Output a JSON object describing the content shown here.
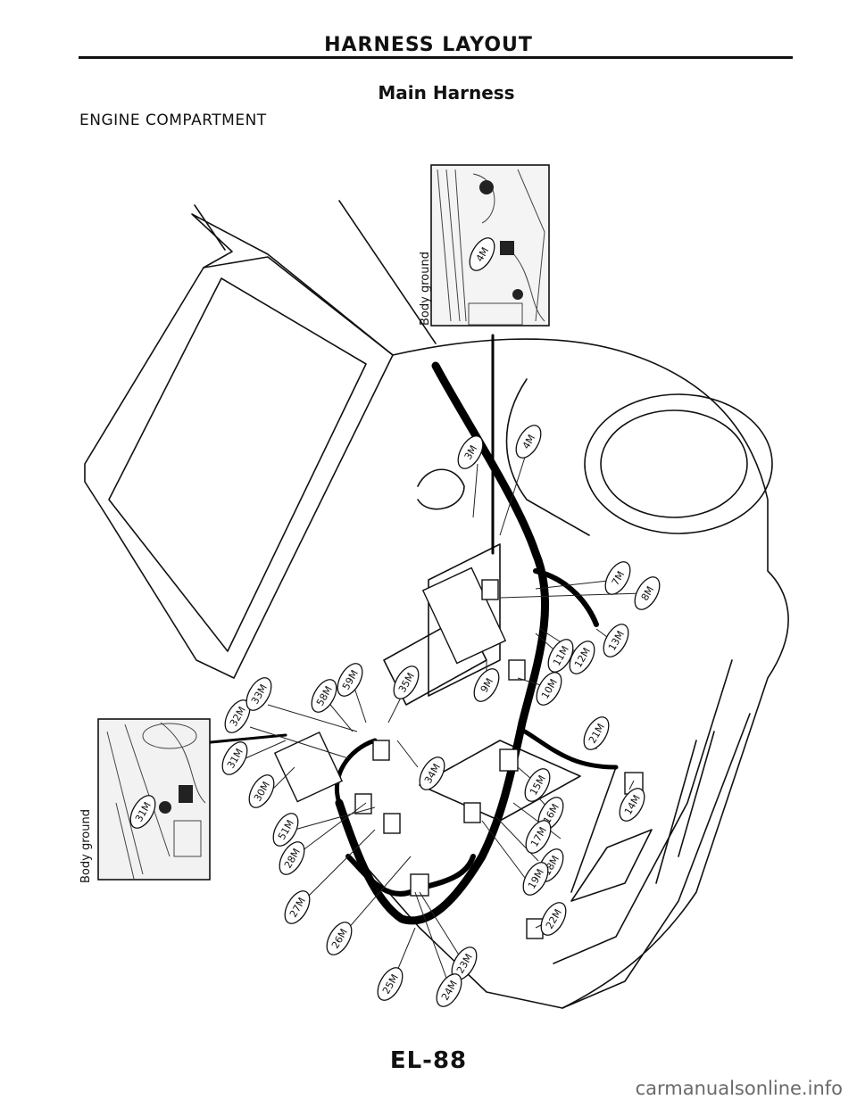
{
  "header": {
    "title": "HARNESS LAYOUT"
  },
  "subtitle": "Main Harness",
  "section_label": "ENGINE COMPARTMENT",
  "insets": {
    "top_label": "Body ground",
    "bottom_label": "Body ground"
  },
  "connectors": [
    "3M",
    "4M",
    "4M",
    "7M",
    "8M",
    "9M",
    "10M",
    "11M",
    "12M",
    "13M",
    "14M",
    "15M",
    "16M",
    "17M",
    "18M",
    "19M",
    "21M",
    "22M",
    "23M",
    "24M",
    "25M",
    "26M",
    "27M",
    "28M",
    "30M",
    "31M",
    "31M",
    "32M",
    "33M",
    "34M",
    "35M",
    "51M",
    "58M",
    "59M"
  ],
  "page_number": "EL-88",
  "watermark": "carmanualsonline.info"
}
